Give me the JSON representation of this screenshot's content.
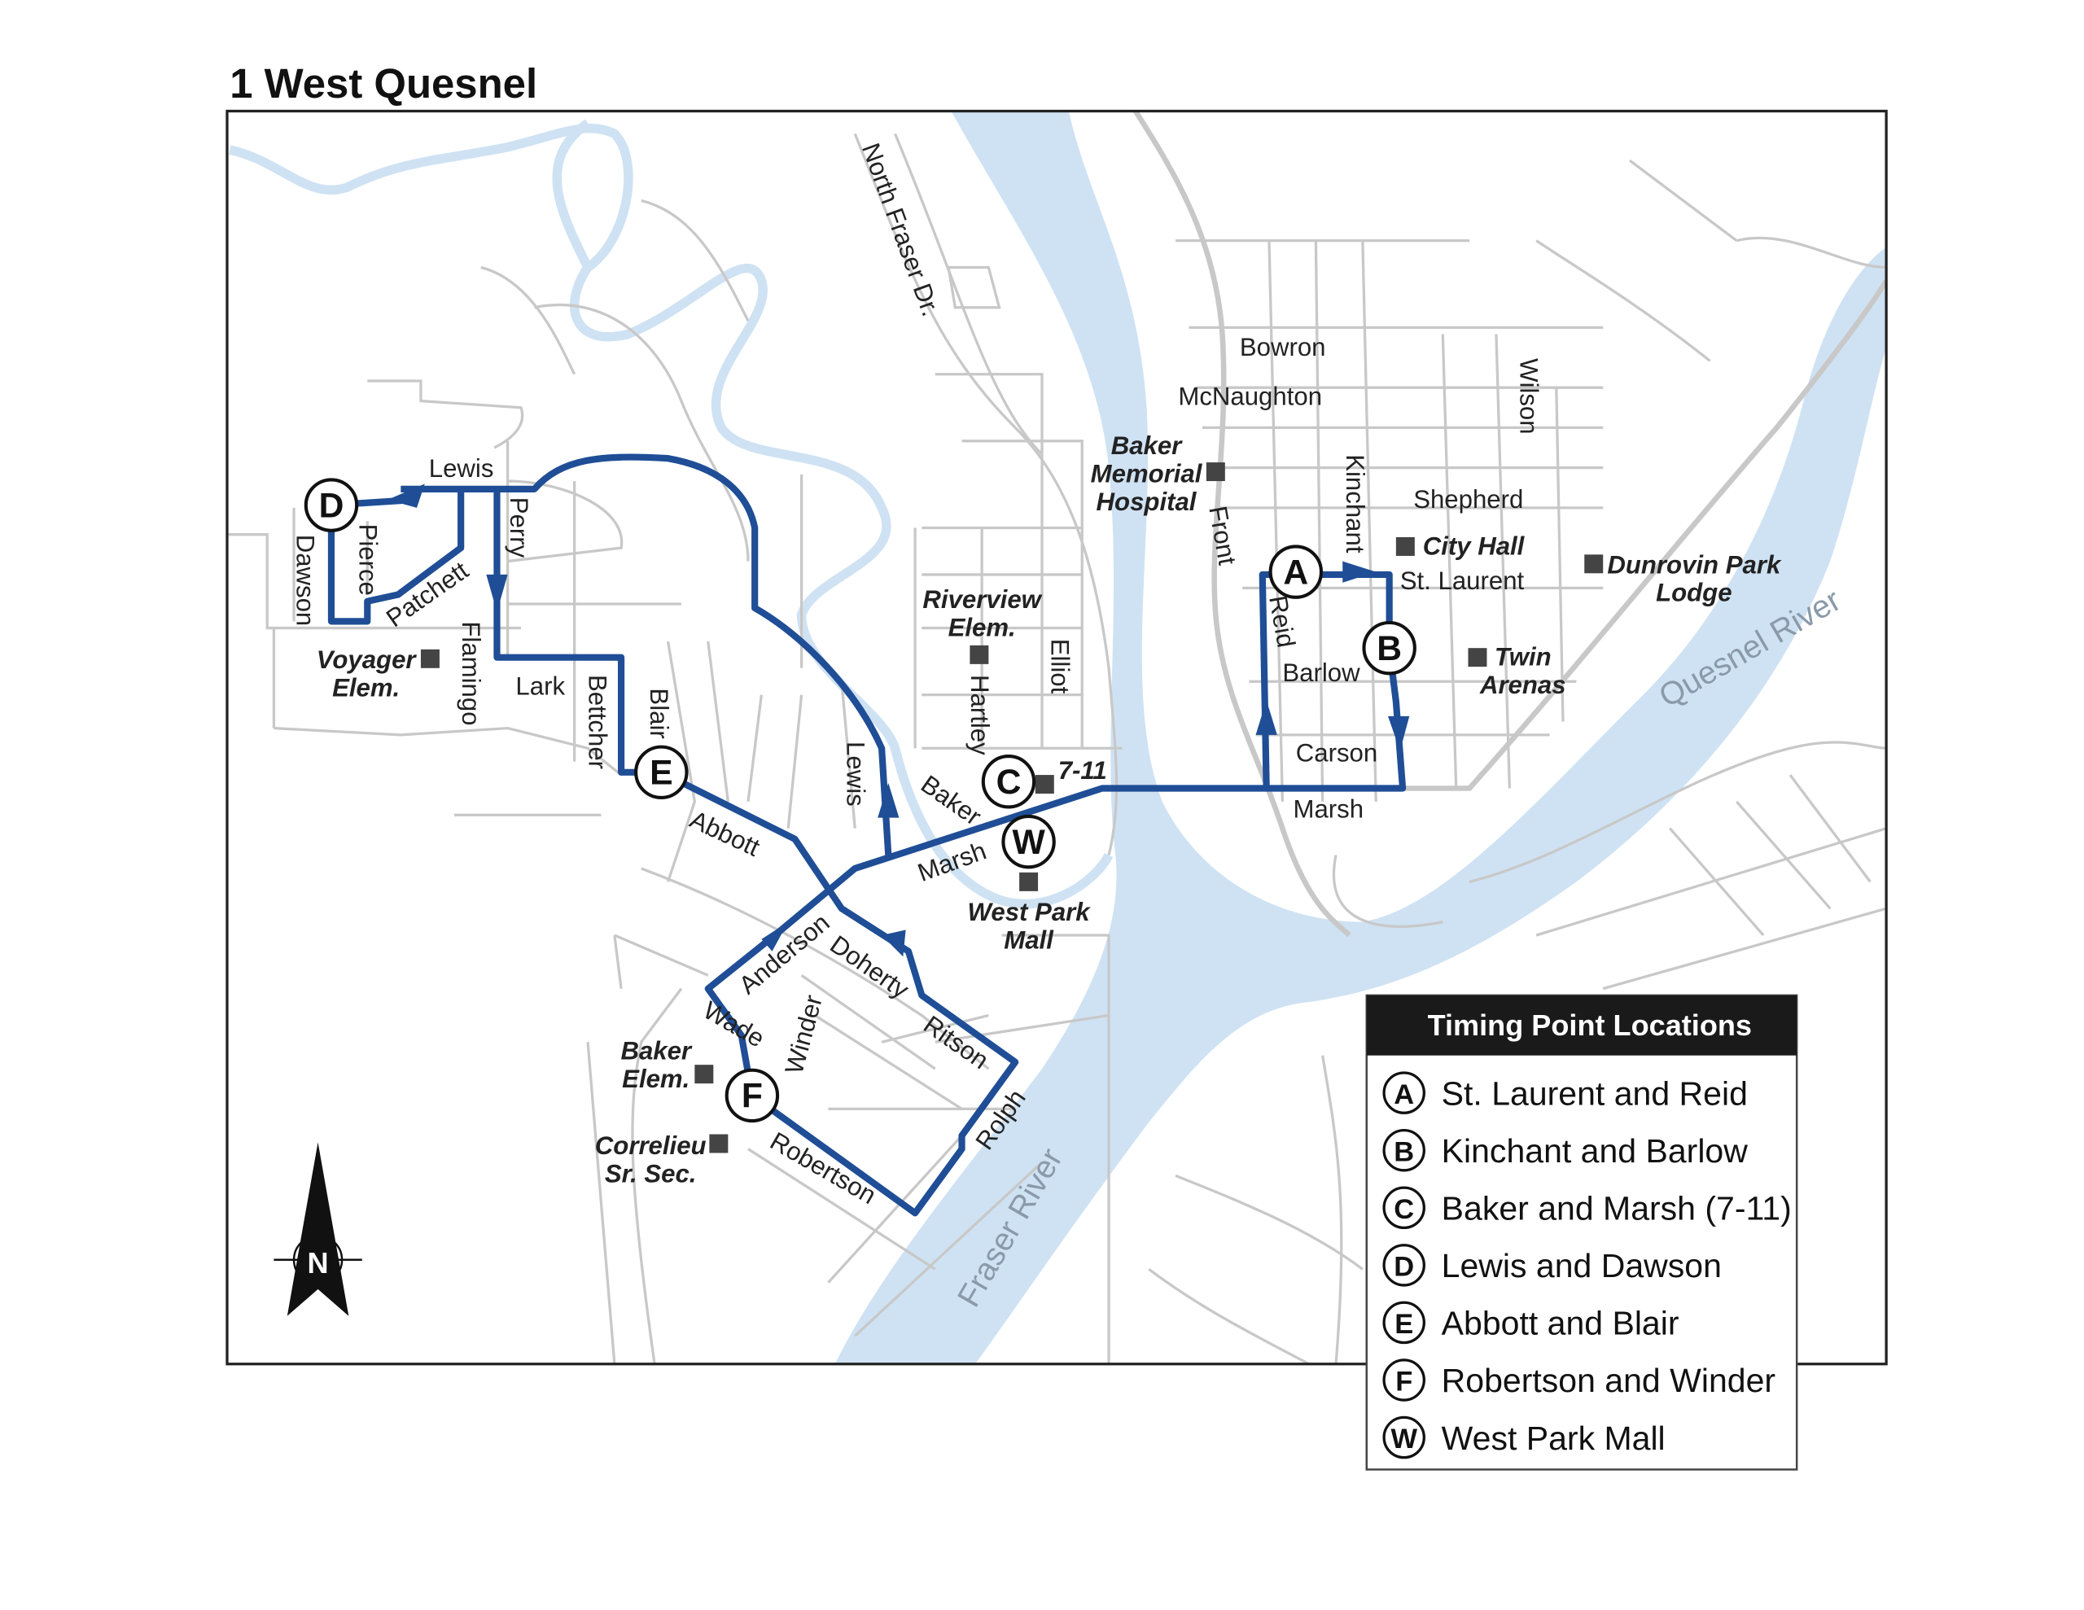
{
  "title": "1 West Quesnel",
  "colors": {
    "route": "#1f4e96",
    "water": "#cfe2f3",
    "road": "#c8c8c8",
    "legend_header": "#1a1a1a"
  },
  "streets": [
    "North Fraser Dr.",
    "Bowron",
    "McNaughton",
    "Wilson",
    "Kinchant",
    "Shepherd",
    "St. Laurent",
    "Front",
    "Reid",
    "Barlow",
    "Carson",
    "Marsh",
    "Elliot",
    "Hartley",
    "Lewis",
    "Baker",
    "Marsh",
    "Abbott",
    "Doherty",
    "Anderson",
    "Ritson",
    "Wade",
    "Winder",
    "Rolph",
    "Robertson",
    "Blair",
    "Bettcher",
    "Lark",
    "Flamingo",
    "Perry",
    "Patchett",
    "Pierce",
    "Dawson",
    "Lewis"
  ],
  "landmarks": {
    "hospital": [
      "Baker",
      "Memorial",
      "Hospital"
    ],
    "riverview": [
      "Riverview",
      "Elem."
    ],
    "voyager": [
      "Voyager",
      "Elem."
    ],
    "city_hall": "City Hall",
    "dunrovin": [
      "Dunrovin Park",
      "Lodge"
    ],
    "twin_arenas": [
      "Twin",
      "Arenas"
    ],
    "seven_eleven": "7-11",
    "west_park": [
      "West Park",
      "Mall"
    ],
    "baker_elem": [
      "Baker",
      "Elem."
    ],
    "correlieu": [
      "Correlieu",
      "Sr. Sec."
    ]
  },
  "rivers": {
    "fraser": "Fraser River",
    "quesnel": "Quesnel River"
  },
  "markers": {
    "A": "A",
    "B": "B",
    "C": "C",
    "D": "D",
    "E": "E",
    "F": "F",
    "W": "W"
  },
  "north_label": "N",
  "legend": {
    "title": "Timing Point Locations",
    "items": [
      {
        "code": "A",
        "label": "St. Laurent and Reid"
      },
      {
        "code": "B",
        "label": "Kinchant and Barlow"
      },
      {
        "code": "C",
        "label": "Baker and Marsh (7-11)"
      },
      {
        "code": "D",
        "label": "Lewis and Dawson"
      },
      {
        "code": "E",
        "label": "Abbott and Blair"
      },
      {
        "code": "F",
        "label": "Robertson and Winder"
      },
      {
        "code": "W",
        "label": "West Park Mall"
      }
    ]
  }
}
